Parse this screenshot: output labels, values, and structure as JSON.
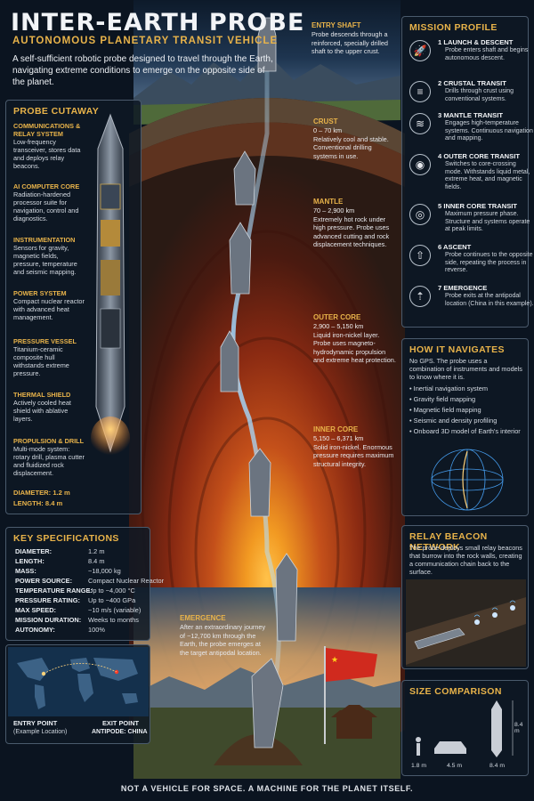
{
  "header": {
    "title": "INTER-EARTH PROBE",
    "subtitle": "AUTONOMOUS PLANETARY TRANSIT VEHICLE",
    "intro": "A self-sufficient robotic probe designed to travel through the Earth, navigating extreme conditions to emerge on the opposite side of the planet."
  },
  "entry_shaft": {
    "label": "ENTRY SHAFT",
    "text": "Probe descends through a reinforced, specially drilled shaft to the upper crust."
  },
  "cutaway": {
    "title": "PROBE CUTAWAY",
    "items": [
      {
        "label": "COMMUNICATIONS & RELAY SYSTEM",
        "text": "Low-frequency transceiver, stores data and deploys relay beacons."
      },
      {
        "label": "AI COMPUTER CORE",
        "text": "Radiation-hardened processor suite for navigation, control and diagnostics."
      },
      {
        "label": "INSTRUMENTATION",
        "text": "Sensors for gravity, magnetic fields, pressure, temperature and seismic mapping."
      },
      {
        "label": "POWER SYSTEM",
        "text": "Compact nuclear reactor with advanced heat management."
      },
      {
        "label": "PRESSURE VESSEL",
        "text": "Titanium-ceramic composite hull withstands extreme pressure."
      },
      {
        "label": "THERMAL SHIELD",
        "text": "Actively cooled heat shield with ablative layers."
      },
      {
        "label": "PROPULSION & DRILL",
        "text": "Multi-mode system: rotary drill, plasma cutter and fluidized rock displacement."
      }
    ],
    "diameter_label": "DIAMETER:",
    "diameter_value": "1.2 m",
    "length_label": "LENGTH:",
    "length_value": "8.4 m"
  },
  "layers": [
    {
      "name": "CRUST",
      "range": "0 – 70 km",
      "text": "Relatively cool and stable. Conventional drilling systems in use."
    },
    {
      "name": "MANTLE",
      "range": "70 – 2,900 km",
      "text": "Extremely hot rock under high pressure. Probe uses advanced cutting and rock displacement techniques."
    },
    {
      "name": "OUTER CORE",
      "range": "2,900 – 5,150 km",
      "text": "Liquid iron-nickel layer. Probe uses magneto-hydrodynamic propulsion and extreme heat protection."
    },
    {
      "name": "INNER CORE",
      "range": "5,150 – 6,371 km",
      "text": "Solid iron-nickel. Enormous pressure requires maximum structural integrity."
    }
  ],
  "emergence": {
    "label": "EMERGENCE",
    "text": "After an extraordinary journey of ~12,700 km through the Earth, the probe emerges at the target antipodal location."
  },
  "mission": {
    "title": "MISSION PROFILE",
    "steps": [
      {
        "title": "1  LAUNCH & DESCENT",
        "text": "Probe enters shaft and begins autonomous descent.",
        "icon": "rocket-icon",
        "glyph": "🚀"
      },
      {
        "title": "2  CRUSTAL TRANSIT",
        "text": "Drills through crust using conventional systems.",
        "icon": "layers-icon",
        "glyph": "≡"
      },
      {
        "title": "3  MANTLE TRANSIT",
        "text": "Engages high-temperature systems. Continuous navigation and mapping.",
        "icon": "flame-icon",
        "glyph": "≋"
      },
      {
        "title": "4  OUTER CORE TRANSIT",
        "text": "Switches to core-crossing mode. Withstands liquid metal, extreme heat, and magnetic fields.",
        "icon": "magnet-icon",
        "glyph": "◉"
      },
      {
        "title": "5  INNER CORE TRANSIT",
        "text": "Maximum pressure phase. Structure and systems operate at peak limits.",
        "icon": "core-icon",
        "glyph": "◎"
      },
      {
        "title": "6  ASCENT",
        "text": "Probe continues to the opposite side, repeating the process in reverse.",
        "icon": "ascent-icon",
        "glyph": "⇧"
      },
      {
        "title": "7  EMERGENCE",
        "text": "Probe exits at the antipodal location (China in this example).",
        "icon": "exit-icon",
        "glyph": "⇡"
      }
    ]
  },
  "navigation": {
    "title": "HOW IT NAVIGATES",
    "text": "No GPS. The probe uses a combination of instruments and models to know where it is.",
    "items": [
      "• Inertial navigation system",
      "• Gravity field mapping",
      "• Magnetic field mapping",
      "• Seismic and density profiling",
      "• Onboard 3D model of Earth's interior"
    ]
  },
  "specs": {
    "title": "KEY SPECIFICATIONS",
    "rows": [
      {
        "k": "DIAMETER:",
        "v": "1.2 m"
      },
      {
        "k": "LENGTH:",
        "v": "8.4 m"
      },
      {
        "k": "MASS:",
        "v": "~18,000 kg"
      },
      {
        "k": "POWER SOURCE:",
        "v": "Compact Nuclear Reactor"
      },
      {
        "k": "TEMPERATURE RANGE:",
        "v": "Up to ~4,000 °C"
      },
      {
        "k": "PRESSURE RATING:",
        "v": "Up to ~400 GPa"
      },
      {
        "k": "MAX SPEED:",
        "v": "~10 m/s (variable)"
      },
      {
        "k": "MISSION DURATION:",
        "v": "Weeks to months"
      },
      {
        "k": "AUTONOMY:",
        "v": "100%"
      }
    ]
  },
  "map": {
    "entry_label": "ENTRY POINT",
    "entry_sub": "(Example Location)",
    "exit_label": "EXIT POINT",
    "exit_sub": "ANTIPODE: CHINA"
  },
  "relay": {
    "title": "RELAY BEACON NETWORK",
    "text": "The probe deploys small relay beacons that burrow into the rock walls, creating a communication chain back to the surface."
  },
  "size": {
    "title": "SIZE COMPARISON",
    "human": "1.8 m",
    "car": "4.5 m",
    "probe": "8.4 m",
    "probe_height": "8.4 m"
  },
  "footer": "NOT A VEHICLE FOR SPACE. A MACHINE FOR THE PLANET ITSELF.",
  "colors": {
    "accent": "#e8b34a",
    "panel": "#0e1824",
    "core": "#f0a02a"
  }
}
